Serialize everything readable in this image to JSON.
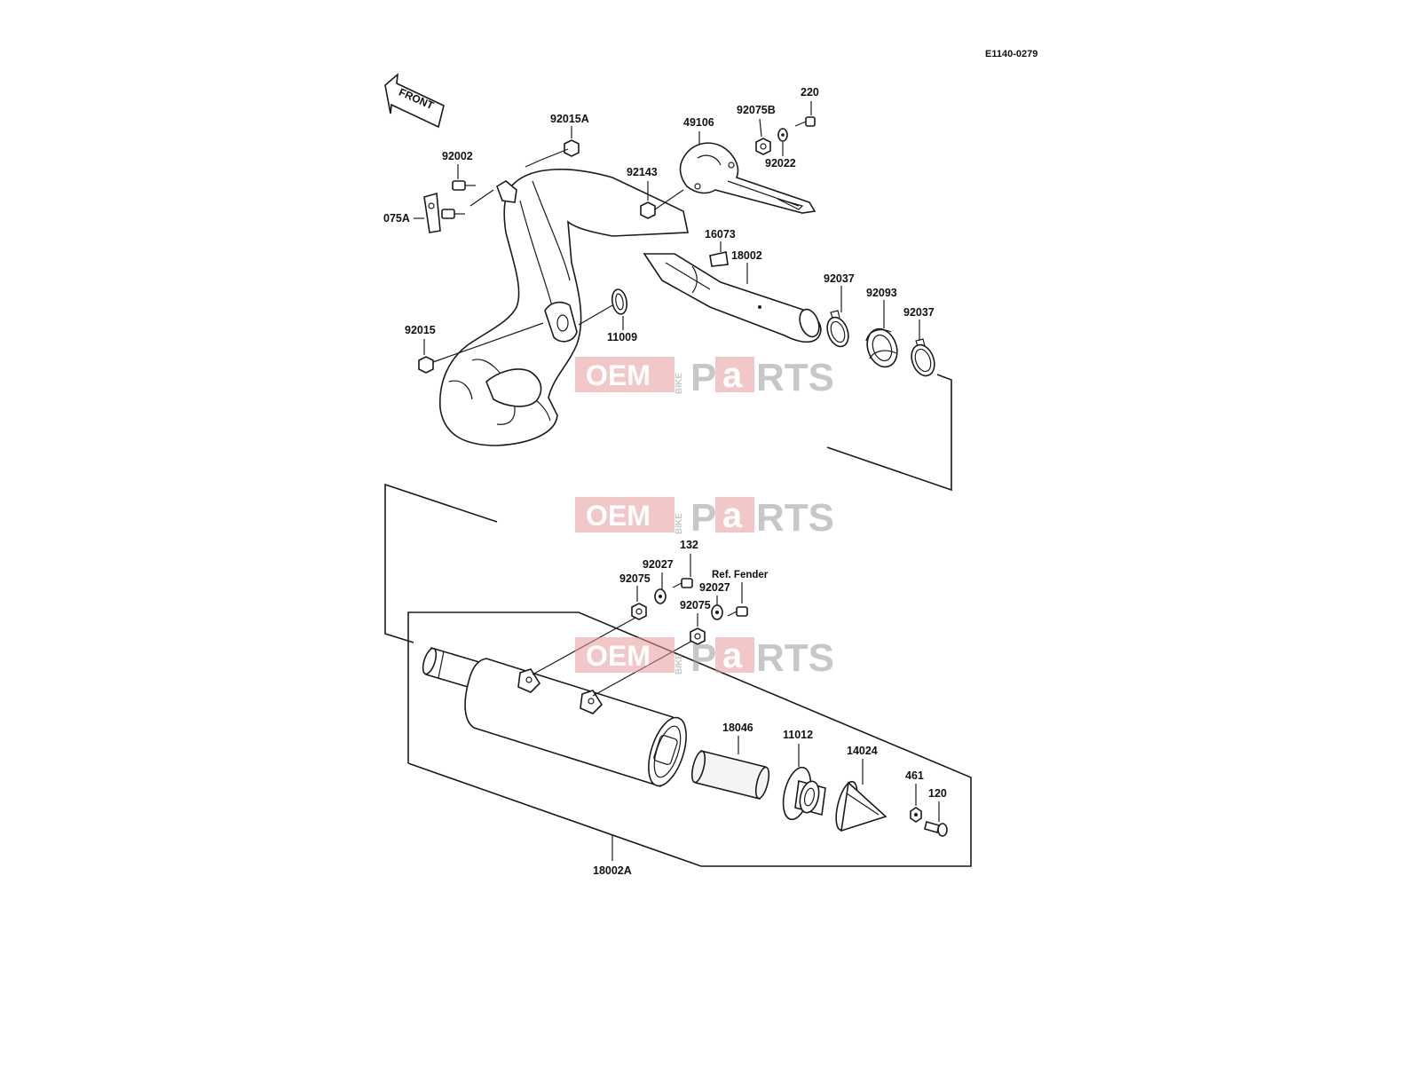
{
  "diagram_code": "E1140-0279",
  "front_label": "FRONT",
  "ref_note": "Ref. Fender",
  "watermark": {
    "oem": "OEM",
    "bike": "BIKE",
    "p": "P",
    "a": "a",
    "rts": "RTS"
  },
  "labels": {
    "p92015A": "92015A",
    "p49106": "49106",
    "p92075B": "92075B",
    "p220": "220",
    "p92002": "92002",
    "p92022": "92022",
    "p92143": "92143",
    "p075A": "075A",
    "p16073": "16073",
    "p18002": "18002",
    "p92037a": "92037",
    "p92093": "92093",
    "p92037b": "92037",
    "p92015": "92015",
    "p11009": "11009",
    "p132": "132",
    "p92027a": "92027",
    "p92075a": "92075",
    "p92027b": "92027",
    "p92075b": "92075",
    "p18046": "18046",
    "p11012": "11012",
    "p14024": "14024",
    "p461": "461",
    "p120": "120",
    "p18002A": "18002A"
  }
}
